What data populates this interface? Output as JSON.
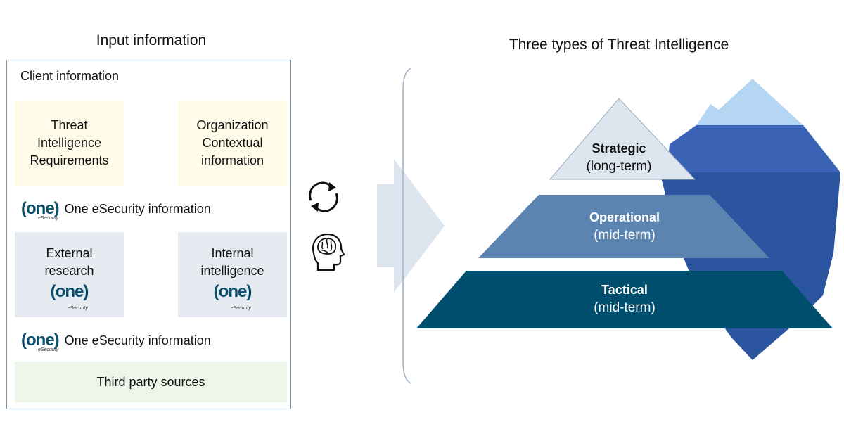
{
  "left_title": "Input information",
  "right_title": "Three types of Threat Intelligence",
  "client_section": {
    "label": "Client information",
    "cards": [
      {
        "line1": "Threat",
        "line2": "Intelligence",
        "line3": "Requirements"
      },
      {
        "line1": "Organization",
        "line2": "Contextual",
        "line3": "information"
      }
    ]
  },
  "one_section_1": {
    "logo_text": "(one)",
    "logo_tag": "eSecurity",
    "label": "One eSecurity information"
  },
  "research_cards": [
    {
      "line1": "External",
      "line2": "research",
      "logo_text": "(one)",
      "logo_tag": "eSecurity"
    },
    {
      "line1": "Internal",
      "line2": "intelligence",
      "logo_text": "(one)",
      "logo_tag": "eSecurity"
    }
  ],
  "one_section_2": {
    "logo_text": "(one)",
    "logo_tag": "eSecurity",
    "label": "One eSecurity information"
  },
  "third_party": {
    "label": "Third party sources"
  },
  "icons": [
    "refresh-cycle-icon",
    "brain-head-icon"
  ],
  "pyramid": [
    {
      "name": "Strategic",
      "term": "(long-term)",
      "color": "#dde5ee"
    },
    {
      "name": "Operational",
      "term": "(mid-term)",
      "color": "#5b84b1"
    },
    {
      "name": "Tactical",
      "term": "(mid-term)",
      "color": "#004e6e"
    }
  ],
  "iceberg_colors": {
    "tip": "#b5d6f2",
    "upper": "#3a63b6",
    "lower": "#2c55a0"
  }
}
